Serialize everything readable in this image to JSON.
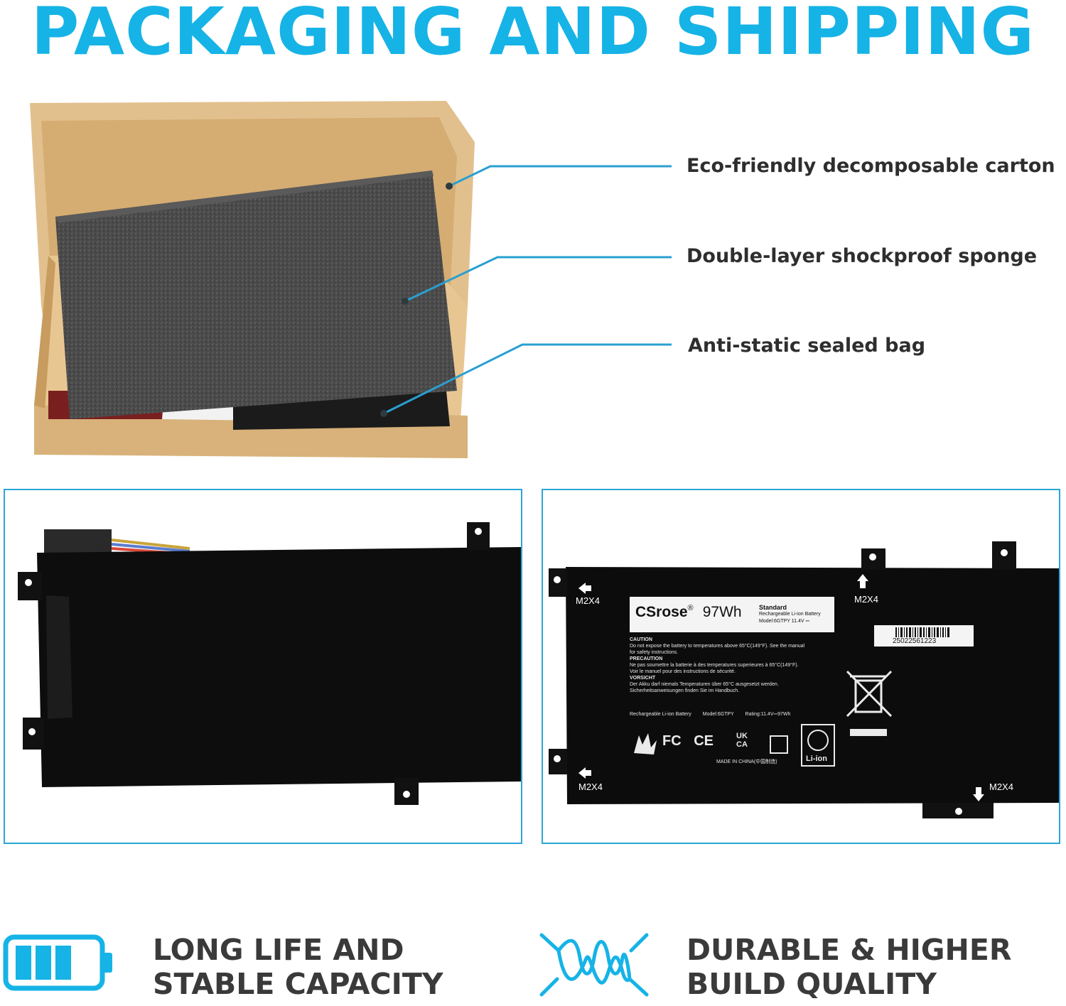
{
  "header": {
    "title": "PACKAGING AND SHIPPING"
  },
  "callouts": [
    {
      "label": "Eco-friendly decomposable carton"
    },
    {
      "label": "Double-layer shockproof sponge"
    },
    {
      "label": "Anti-static sealed bag"
    }
  ],
  "battery_label": {
    "brand": "CSrose",
    "reg": "®",
    "capacity": "97Wh",
    "standard": "Standard",
    "type_line": "Rechargeable Li-ion Battery",
    "model_line": "Model:6GTPY  11.4V ⎓",
    "caution_title": "CAUTION",
    "caution_text_1": "Do not expose the battery to temperatures above 65°C(149°F). See the manual",
    "caution_text_2": "for safety instructions.",
    "precaution_title": "PRECAUTION",
    "precaution_text_1": "Ne pas soumettre la batterie à des temperatures superieures à 65°C(149°F).",
    "precaution_text_2": "Voir le manuel pour des instructions de sécurité.",
    "vorsicht_title": "VORSICHT",
    "vorsicht_text_1": "Der Akku darf niemals Temperaturen über 65°C ausgesetzt werden.",
    "vorsicht_text_2": "Sicherheitsanweisungen finden Sie im Handbuch.",
    "footer_type": "Rechargeable Li-ion Battery",
    "footer_model": "Model:6GTPY",
    "footer_rating": "Rating:11.4V⎓97Wh",
    "made_in": "MADE IN CHINA(中国制造)",
    "barcode_number": "25022561223",
    "li_ion": "Li-ion",
    "fc_mark": "FC",
    "ce_mark": "CE",
    "uk_mark": "UK",
    "ca_mark": "CA"
  },
  "screw_labels": [
    "M2X4",
    "M2X4",
    "M2X4",
    "M2X4"
  ],
  "features": [
    {
      "line1": "LONG LIFE AND",
      "line2": "STABLE CAPACITY"
    },
    {
      "line1": "DURABLE & HIGHER",
      "line2": "BUILD QUALITY"
    }
  ],
  "colors": {
    "accent": "#16b3e6",
    "text": "#2e2e2e",
    "panel_border": "#2aa7d6"
  }
}
